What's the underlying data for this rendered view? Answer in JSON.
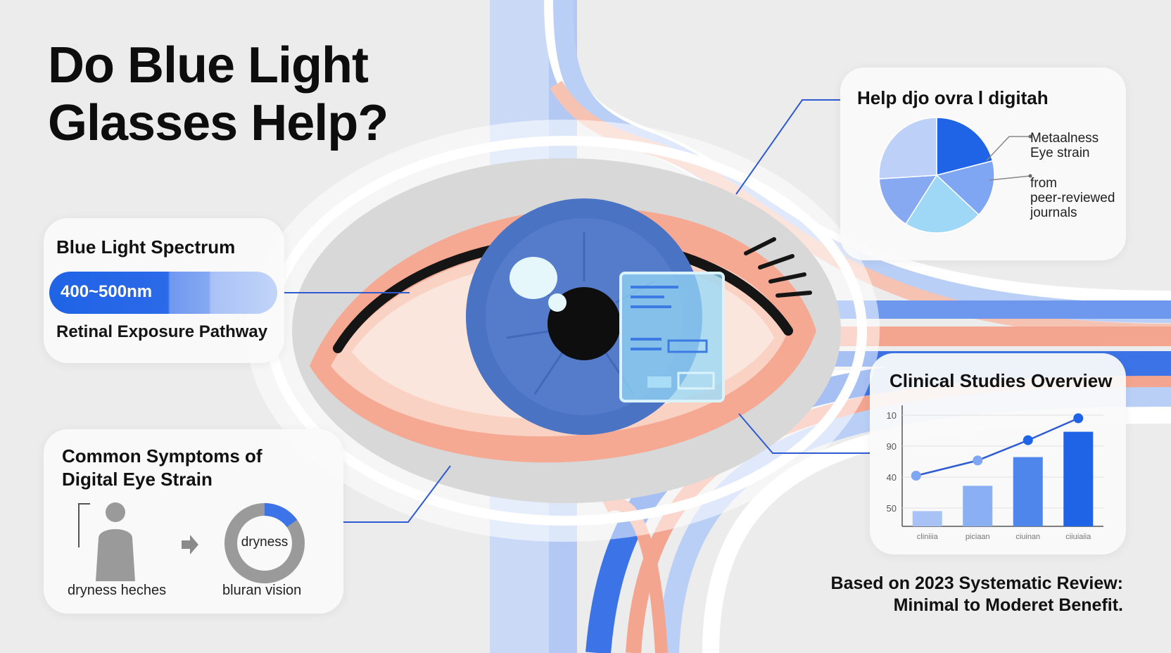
{
  "title": {
    "line1": "Do Blue Light",
    "line2": "Glasses Help?"
  },
  "spectrum_card": {
    "title": "Blue Light Spectrum",
    "range_label": "400~500nm",
    "subtitle": "Retinal Exposure Pathway"
  },
  "symptoms_card": {
    "title_line1": "Common Symptoms of",
    "title_line2": "Digital Eye Strain",
    "donut_label": "dryness",
    "label_left": "dryness heches",
    "label_right": "bluran vision",
    "donut_fraction": 0.15
  },
  "pie_card": {
    "title": "Help djo ovra l  digitah",
    "legend": [
      "Metaalness",
      "Eye strain",
      "from",
      "peer-reviewed",
      "journals"
    ]
  },
  "clinical_card": {
    "title": "Clinical Studies Overview"
  },
  "footnote": {
    "line1": "Based on 2023 Systematic Review:",
    "line2": "Minimal to Moderet Benefit."
  },
  "icons": {
    "person": "person-icon",
    "arrow": "arrow-right-icon"
  },
  "colors": {
    "accent_blue": "#1f63e6",
    "light_blue": "#a9c2f6",
    "salmon": "#f4a58f",
    "iris": "#4a73c4",
    "background": "#ececec"
  },
  "chart_data": [
    {
      "type": "pie",
      "title": "Help djo ovra l  digitah",
      "slices": [
        {
          "value": 21,
          "color": "#1f63e6"
        },
        {
          "value": 16,
          "color": "#7ea6f2"
        },
        {
          "value": 22,
          "color": "#9fd8f7"
        },
        {
          "value": 15,
          "color": "#86a9f2"
        },
        {
          "value": 26,
          "color": "#bcd0f8"
        }
      ],
      "legend_labels": [
        "Metaalness Eye strain",
        "from peer-reviewed journals"
      ]
    },
    {
      "type": "bar",
      "title": "Clinical Studies Overview",
      "categories": [
        "cliniiia",
        "piciaan",
        "ciuinan",
        "ciiuiaiia"
      ],
      "values": [
        9,
        24,
        41,
        56
      ],
      "line_values": [
        30,
        39,
        51,
        64
      ],
      "yticks": [
        "50",
        "40",
        "90",
        "10"
      ],
      "colors": [
        "#a9c2f6",
        "#8ab0f3",
        "#4f86ec",
        "#1f63e6"
      ]
    }
  ]
}
